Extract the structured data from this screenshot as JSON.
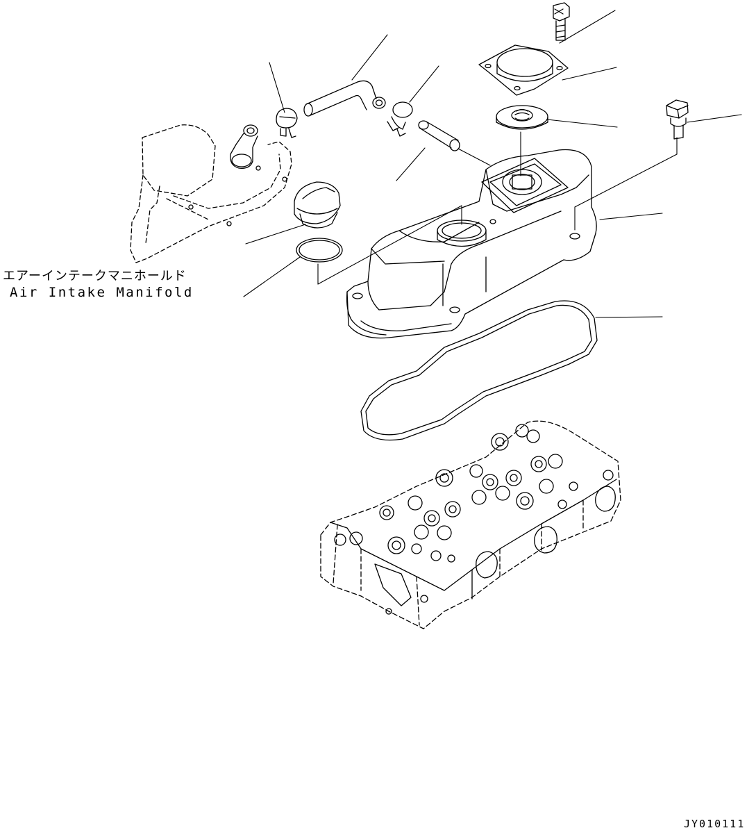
{
  "labels": {
    "air_intake_manifold_jp": "エアーインテークマニホールド",
    "air_intake_manifold_en": "Air Intake Manifold"
  },
  "drawing_id": "JY010111",
  "colors": {
    "line": "#000000",
    "background": "#ffffff"
  }
}
